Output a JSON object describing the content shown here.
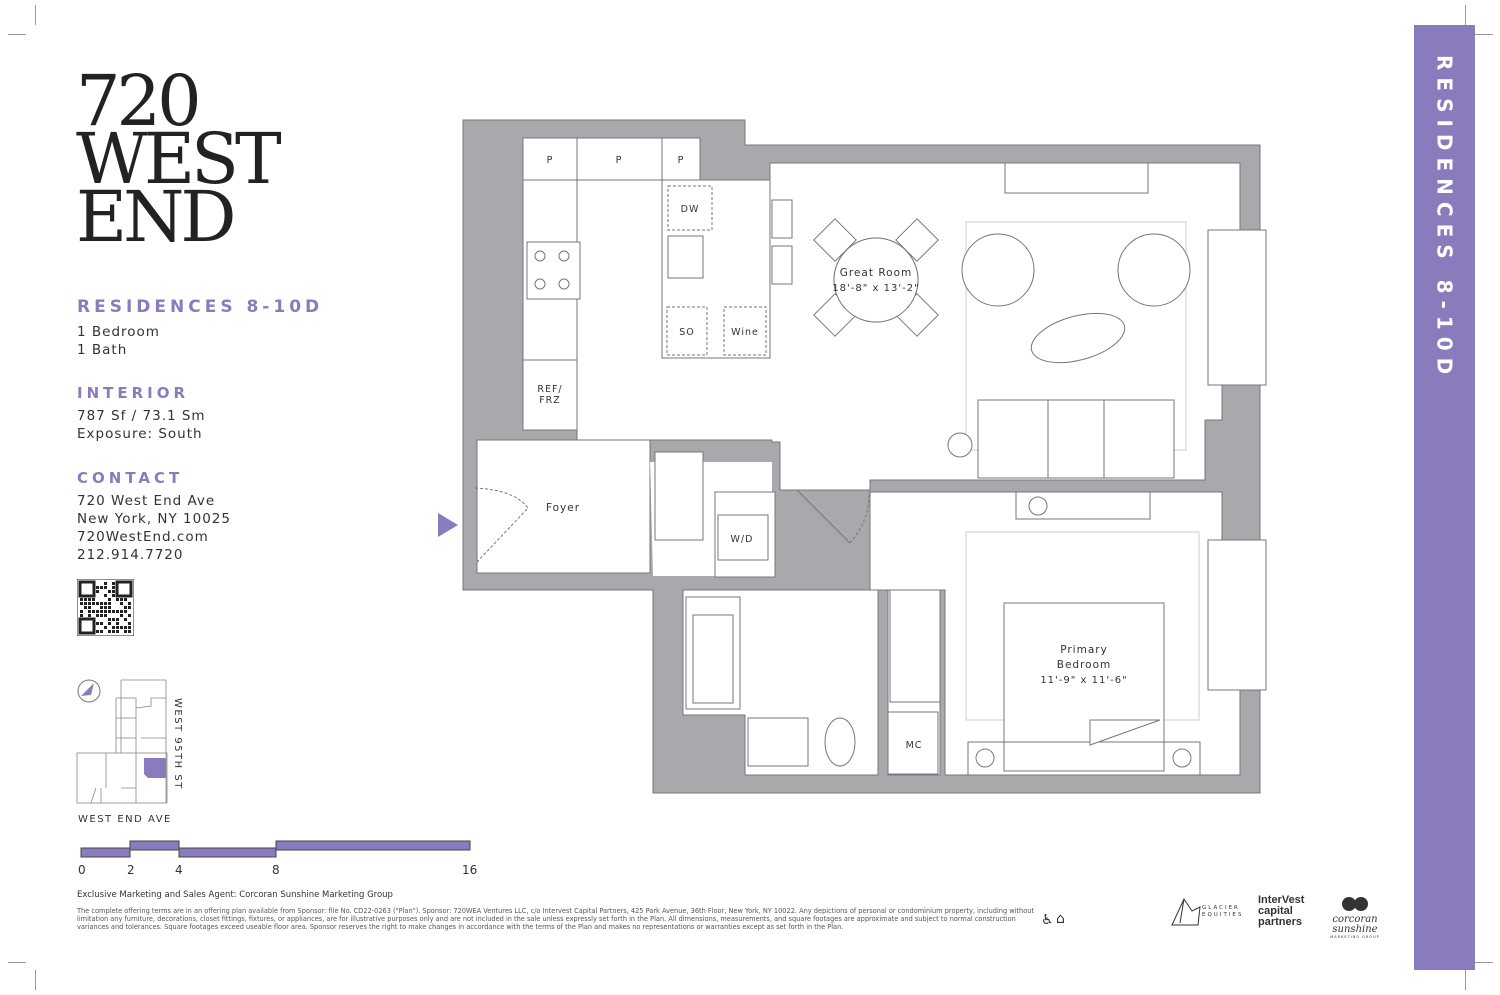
{
  "logo": {
    "line1": "720",
    "line2": "WEST",
    "line3": "END"
  },
  "residence": {
    "title": "RESIDENCES 8-10D",
    "bedrooms": "1 Bedroom",
    "baths": "1 Bath"
  },
  "interior": {
    "heading": "INTERIOR",
    "area": "787 Sf / 73.1 Sm",
    "exposure": "Exposure: South"
  },
  "contact": {
    "heading": "CONTACT",
    "address1": "720 West End Ave",
    "address2": "New York, NY 10025",
    "website": "720WestEnd.com",
    "phone": "212.914.7720"
  },
  "keyplan": {
    "street_side": "WEST 95TH ST",
    "street_bottom": "WEST END AVE"
  },
  "scale": {
    "ticks": [
      "0",
      "2",
      "4",
      "8",
      "16"
    ]
  },
  "side_banner": "RESIDENCES 8-10D",
  "plan": {
    "cabinets": [
      "P",
      "P",
      "P"
    ],
    "dw": "DW",
    "so": "SO",
    "wine": "Wine",
    "ref": "REF/",
    "frz": "FRZ",
    "great_room": "Great Room",
    "great_room_dim": "18'-8\" x 13'-2\"",
    "foyer": "Foyer",
    "wd": "W/D",
    "mc": "MC",
    "bedroom1": "Primary",
    "bedroom2": "Bedroom",
    "bedroom_dim": "11'-9\" x 11'-6\""
  },
  "footer": {
    "agent": "Exclusive Marketing and Sales Agent: Corcoran Sunshine Marketing Group",
    "disclaimer": "The complete offering terms are in an offering plan available from Sponsor: file No. CD22-0263 (\"Plan\"). Sponsor: 720WEA Ventures LLC, c/o Intervest Capital Partners, 425 Park Avenue, 36th Floor, New York, NY 10022. Any depictions of personal or condominium property, including without limitation any furniture, decorations, closet fittings, fixtures, or appliances, are for illustrative purposes only and are not included in the sale unless expressly set forth in the Plan. All dimensions, measurements, and square footages are approximate and subject to normal construction variances and tolerances. Square footages exceed useable floor area. Sponsor reserves the right to make changes in accordance with the terms of the Plan and makes no representations or warranties except as set forth in the Plan.",
    "logos": {
      "glacier": "GLACIER EQUITIES",
      "intervest1": "InterVest",
      "intervest2": "capital",
      "intervest3": "partners",
      "corcoran": "corcoran sunshine",
      "corcoran_sub": "MARKETING GROUP"
    }
  },
  "colors": {
    "accent": "#8a7bbd",
    "wall": "#a7a9ac"
  }
}
